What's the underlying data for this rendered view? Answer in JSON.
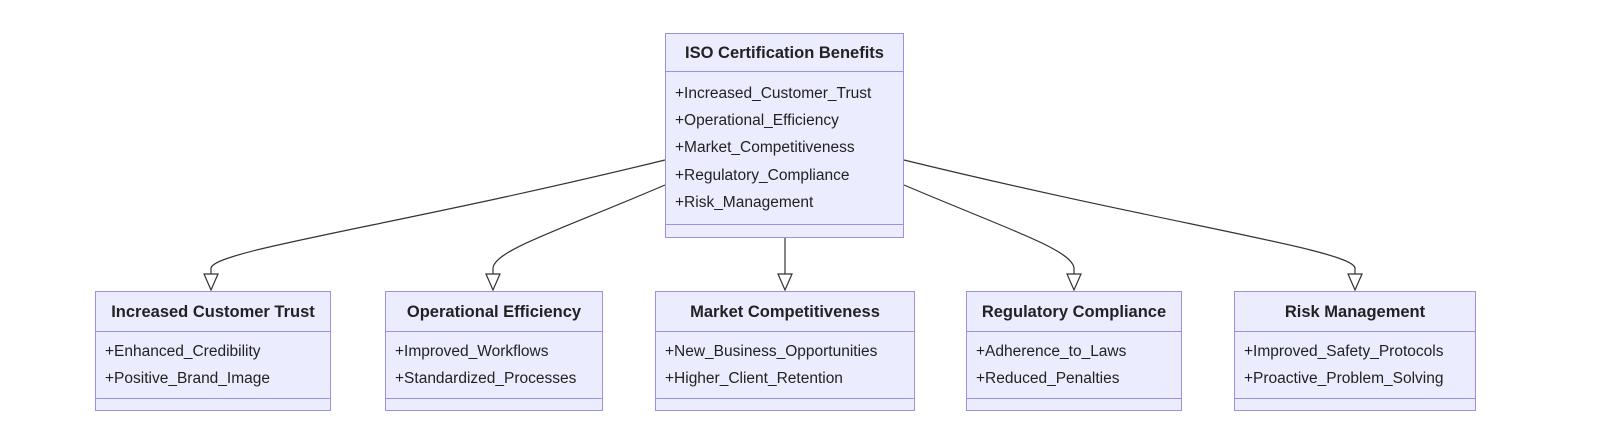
{
  "root": {
    "title": "ISO Certification Benefits",
    "attributes": [
      "+Increased_Customer_Trust",
      "+Operational_Efficiency",
      "+Market_Competitiveness",
      "+Regulatory_Compliance",
      "+Risk_Management"
    ]
  },
  "children": [
    {
      "title": "Increased Customer Trust",
      "attributes": [
        "+Enhanced_Credibility",
        "+Positive_Brand_Image"
      ]
    },
    {
      "title": "Operational Efficiency",
      "attributes": [
        "+Improved_Workflows",
        "+Standardized_Processes"
      ]
    },
    {
      "title": "Market Competitiveness",
      "attributes": [
        "+New_Business_Opportunities",
        "+Higher_Client_Retention"
      ]
    },
    {
      "title": "Regulatory Compliance",
      "attributes": [
        "+Adherence_to_Laws",
        "+Reduced_Penalties"
      ]
    },
    {
      "title": "Risk Management",
      "attributes": [
        "+Improved_Safety_Protocols",
        "+Proactive_Problem_Solving"
      ]
    }
  ],
  "colors": {
    "box_fill": "#ececff",
    "box_border": "#9f8fe0",
    "edge": "#333333"
  }
}
